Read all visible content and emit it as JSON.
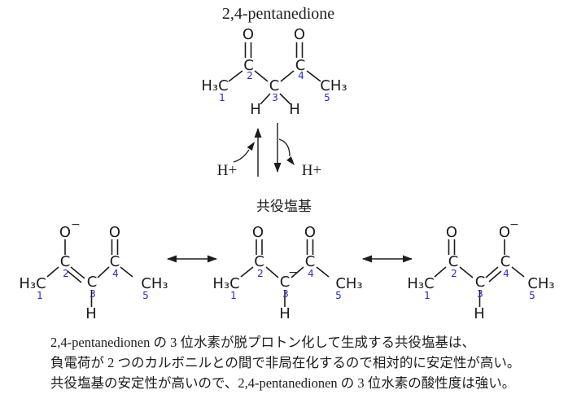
{
  "title": "2,4-pentanedione",
  "conjugate_base_label": "共役塩基",
  "equilibrium": {
    "h_plus_left": "H+",
    "h_plus_right": "H+"
  },
  "labels": {
    "O": "O",
    "C": "C",
    "H": "H",
    "H3C": "H₃C",
    "CH3": "CH₃",
    "minus": "−",
    "n1": "1",
    "n2": "2",
    "n3": "3",
    "n4": "4",
    "n5": "5"
  },
  "colors": {
    "ink": "#1c1c1c",
    "number_blue": "#2828cc"
  },
  "caption": {
    "lines": [
      "2,4-pentanedionen の 3 位水素が脱プロトン化して生成する共役塩基は、",
      "負電荷が 2 つのカルボニルとの間で非局在化するので相対的に安定性が高い。",
      "共役塩基の安定性が高いので、2,4-pentanedionen の 3 位水素の酸性度は強い。"
    ]
  }
}
